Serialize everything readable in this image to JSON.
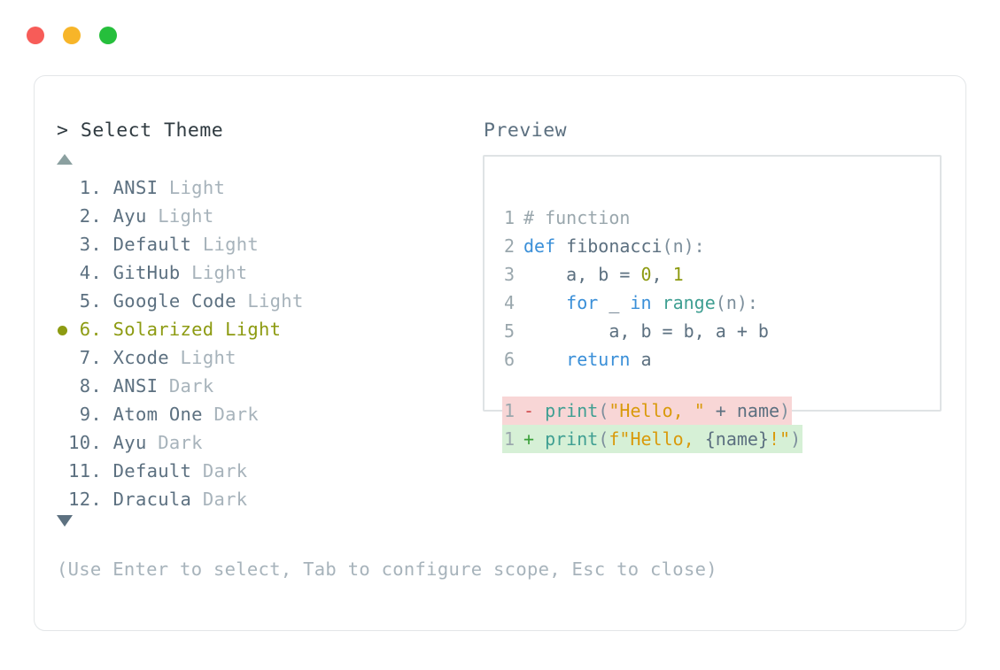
{
  "window": {
    "traffic_lights": [
      {
        "name": "close",
        "color": "#f75c58"
      },
      {
        "name": "minimize",
        "color": "#f7b529"
      },
      {
        "name": "maximize",
        "color": "#26bf3c"
      }
    ]
  },
  "selector": {
    "prompt": "> Select Theme",
    "scroll_up_icon": "triangle-up-icon",
    "scroll_down_icon": "triangle-down-icon",
    "selected_index": 6,
    "accent_color": "#8d9b12",
    "items": [
      {
        "num": " 1.",
        "name": "ANSI",
        "variant": "Light",
        "selected": false
      },
      {
        "num": " 2.",
        "name": "Ayu",
        "variant": "Light",
        "selected": false
      },
      {
        "num": " 3.",
        "name": "Default",
        "variant": "Light",
        "selected": false
      },
      {
        "num": " 4.",
        "name": "GitHub",
        "variant": "Light",
        "selected": false
      },
      {
        "num": " 5.",
        "name": "Google Code",
        "variant": "Light",
        "selected": false
      },
      {
        "num": " 6.",
        "name": "Solarized",
        "variant": "Light",
        "selected": true
      },
      {
        "num": " 7.",
        "name": "Xcode",
        "variant": "Light",
        "selected": false
      },
      {
        "num": " 8.",
        "name": "ANSI",
        "variant": "Dark",
        "selected": false
      },
      {
        "num": " 9.",
        "name": "Atom One",
        "variant": "Dark",
        "selected": false
      },
      {
        "num": "10.",
        "name": "Ayu",
        "variant": "Dark",
        "selected": false
      },
      {
        "num": "11.",
        "name": "Default",
        "variant": "Dark",
        "selected": false
      },
      {
        "num": "12.",
        "name": "Dracula",
        "variant": "Dark",
        "selected": false
      }
    ]
  },
  "preview": {
    "label": "Preview",
    "code_lines": [
      {
        "ln": "1",
        "tokens": [
          {
            "t": "# function",
            "c": "t-comment"
          }
        ]
      },
      {
        "ln": "2",
        "tokens": [
          {
            "t": "def ",
            "c": "t-keyword"
          },
          {
            "t": "fibonacci",
            "c": "t-plain"
          },
          {
            "t": "(n):",
            "c": "t-punct"
          }
        ]
      },
      {
        "ln": "3",
        "tokens": [
          {
            "t": "    a, b = ",
            "c": "t-plain"
          },
          {
            "t": "0",
            "c": "t-num"
          },
          {
            "t": ", ",
            "c": "t-plain"
          },
          {
            "t": "1",
            "c": "t-num"
          }
        ]
      },
      {
        "ln": "4",
        "tokens": [
          {
            "t": "    ",
            "c": "t-plain"
          },
          {
            "t": "for",
            "c": "t-keyword"
          },
          {
            "t": " _ ",
            "c": "t-plain"
          },
          {
            "t": "in",
            "c": "t-keyword"
          },
          {
            "t": " ",
            "c": "t-plain"
          },
          {
            "t": "range",
            "c": "t-builtin"
          },
          {
            "t": "(n):",
            "c": "t-punct"
          }
        ]
      },
      {
        "ln": "5",
        "tokens": [
          {
            "t": "        a, b = b, a + b",
            "c": "t-plain"
          }
        ]
      },
      {
        "ln": "6",
        "tokens": [
          {
            "t": "    ",
            "c": "t-plain"
          },
          {
            "t": "return",
            "c": "t-keyword"
          },
          {
            "t": " a",
            "c": "t-plain"
          }
        ]
      }
    ],
    "diff_lines": [
      {
        "ln": "1",
        "kind": "del",
        "sign": "-",
        "tokens": [
          {
            "t": "print",
            "c": "t-func"
          },
          {
            "t": "(",
            "c": "t-punct"
          },
          {
            "t": "\"Hello, \"",
            "c": "t-str"
          },
          {
            "t": " + ",
            "c": "t-plain"
          },
          {
            "t": "name",
            "c": "t-plain"
          },
          {
            "t": ")",
            "c": "t-punct"
          }
        ]
      },
      {
        "ln": "1",
        "kind": "add",
        "sign": "+",
        "tokens": [
          {
            "t": "print",
            "c": "t-func"
          },
          {
            "t": "(",
            "c": "t-punct"
          },
          {
            "t": "f\"Hello, ",
            "c": "t-str"
          },
          {
            "t": "{name}",
            "c": "t-plain"
          },
          {
            "t": "!\"",
            "c": "t-str"
          },
          {
            "t": ")",
            "c": "t-punct"
          }
        ]
      }
    ],
    "diff_del_bg": "#f8d6d6",
    "diff_add_bg": "#d6f0d6"
  },
  "footer": {
    "hint": "(Use Enter to select, Tab to configure scope, Esc to close)"
  }
}
